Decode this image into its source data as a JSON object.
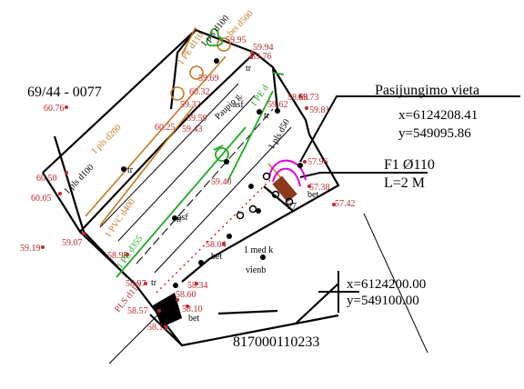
{
  "parcel_id": "69/44 - 0077",
  "parcel_number": "817000110233",
  "connection": {
    "title": "Pasijungimo vieta",
    "x": "x=6124208.41",
    "y": "y=549095.86"
  },
  "pipe": {
    "name": "F1 Ø110",
    "length": "L=2 M"
  },
  "grid_point": {
    "x": "x=6124200.00",
    "y": "y=549100.00"
  },
  "elevations": [
    "60.76",
    "60.50",
    "60.05",
    "59.19",
    "59.07",
    "58.98",
    "58.97",
    "58.60",
    "58.57",
    "58.11",
    "58.10",
    "58.34",
    "58.04",
    "57.42",
    "57.38",
    "57.96",
    "59.81",
    "59.73",
    "59.95",
    "59.94",
    "59.76",
    "59.62",
    "59.59",
    "59.43",
    "60.25",
    "60.32",
    "59.32",
    "59.40",
    "59.69",
    "58.68"
  ],
  "labels": {
    "tr": "tr",
    "asf": "asf",
    "bet": "bet",
    "street": "Paupio g.",
    "med": "1 med k",
    "vienb": "vienb",
    "well": "27"
  },
  "utilities": {
    "pls_d100": "1 pls d100",
    "pls_d200": "1 pls d200",
    "pvc_d400": "1 PVC d400",
    "pe_d355": "1 PE d355",
    "pls_d110": "PLS d110",
    "pls_d50": "1 pls d50",
    "pe_d": "1 PE d",
    "top_d100": "1 pls d100",
    "bet_d500": "bet d500",
    "pe_d110": "1 PE d110"
  },
  "colors": {
    "elevation": "#c0282d",
    "gas_pipe": "#c67a1e",
    "water_pipe": "#1faa1f",
    "new_pipe": "#e000e0",
    "property_line": "#000000"
  }
}
